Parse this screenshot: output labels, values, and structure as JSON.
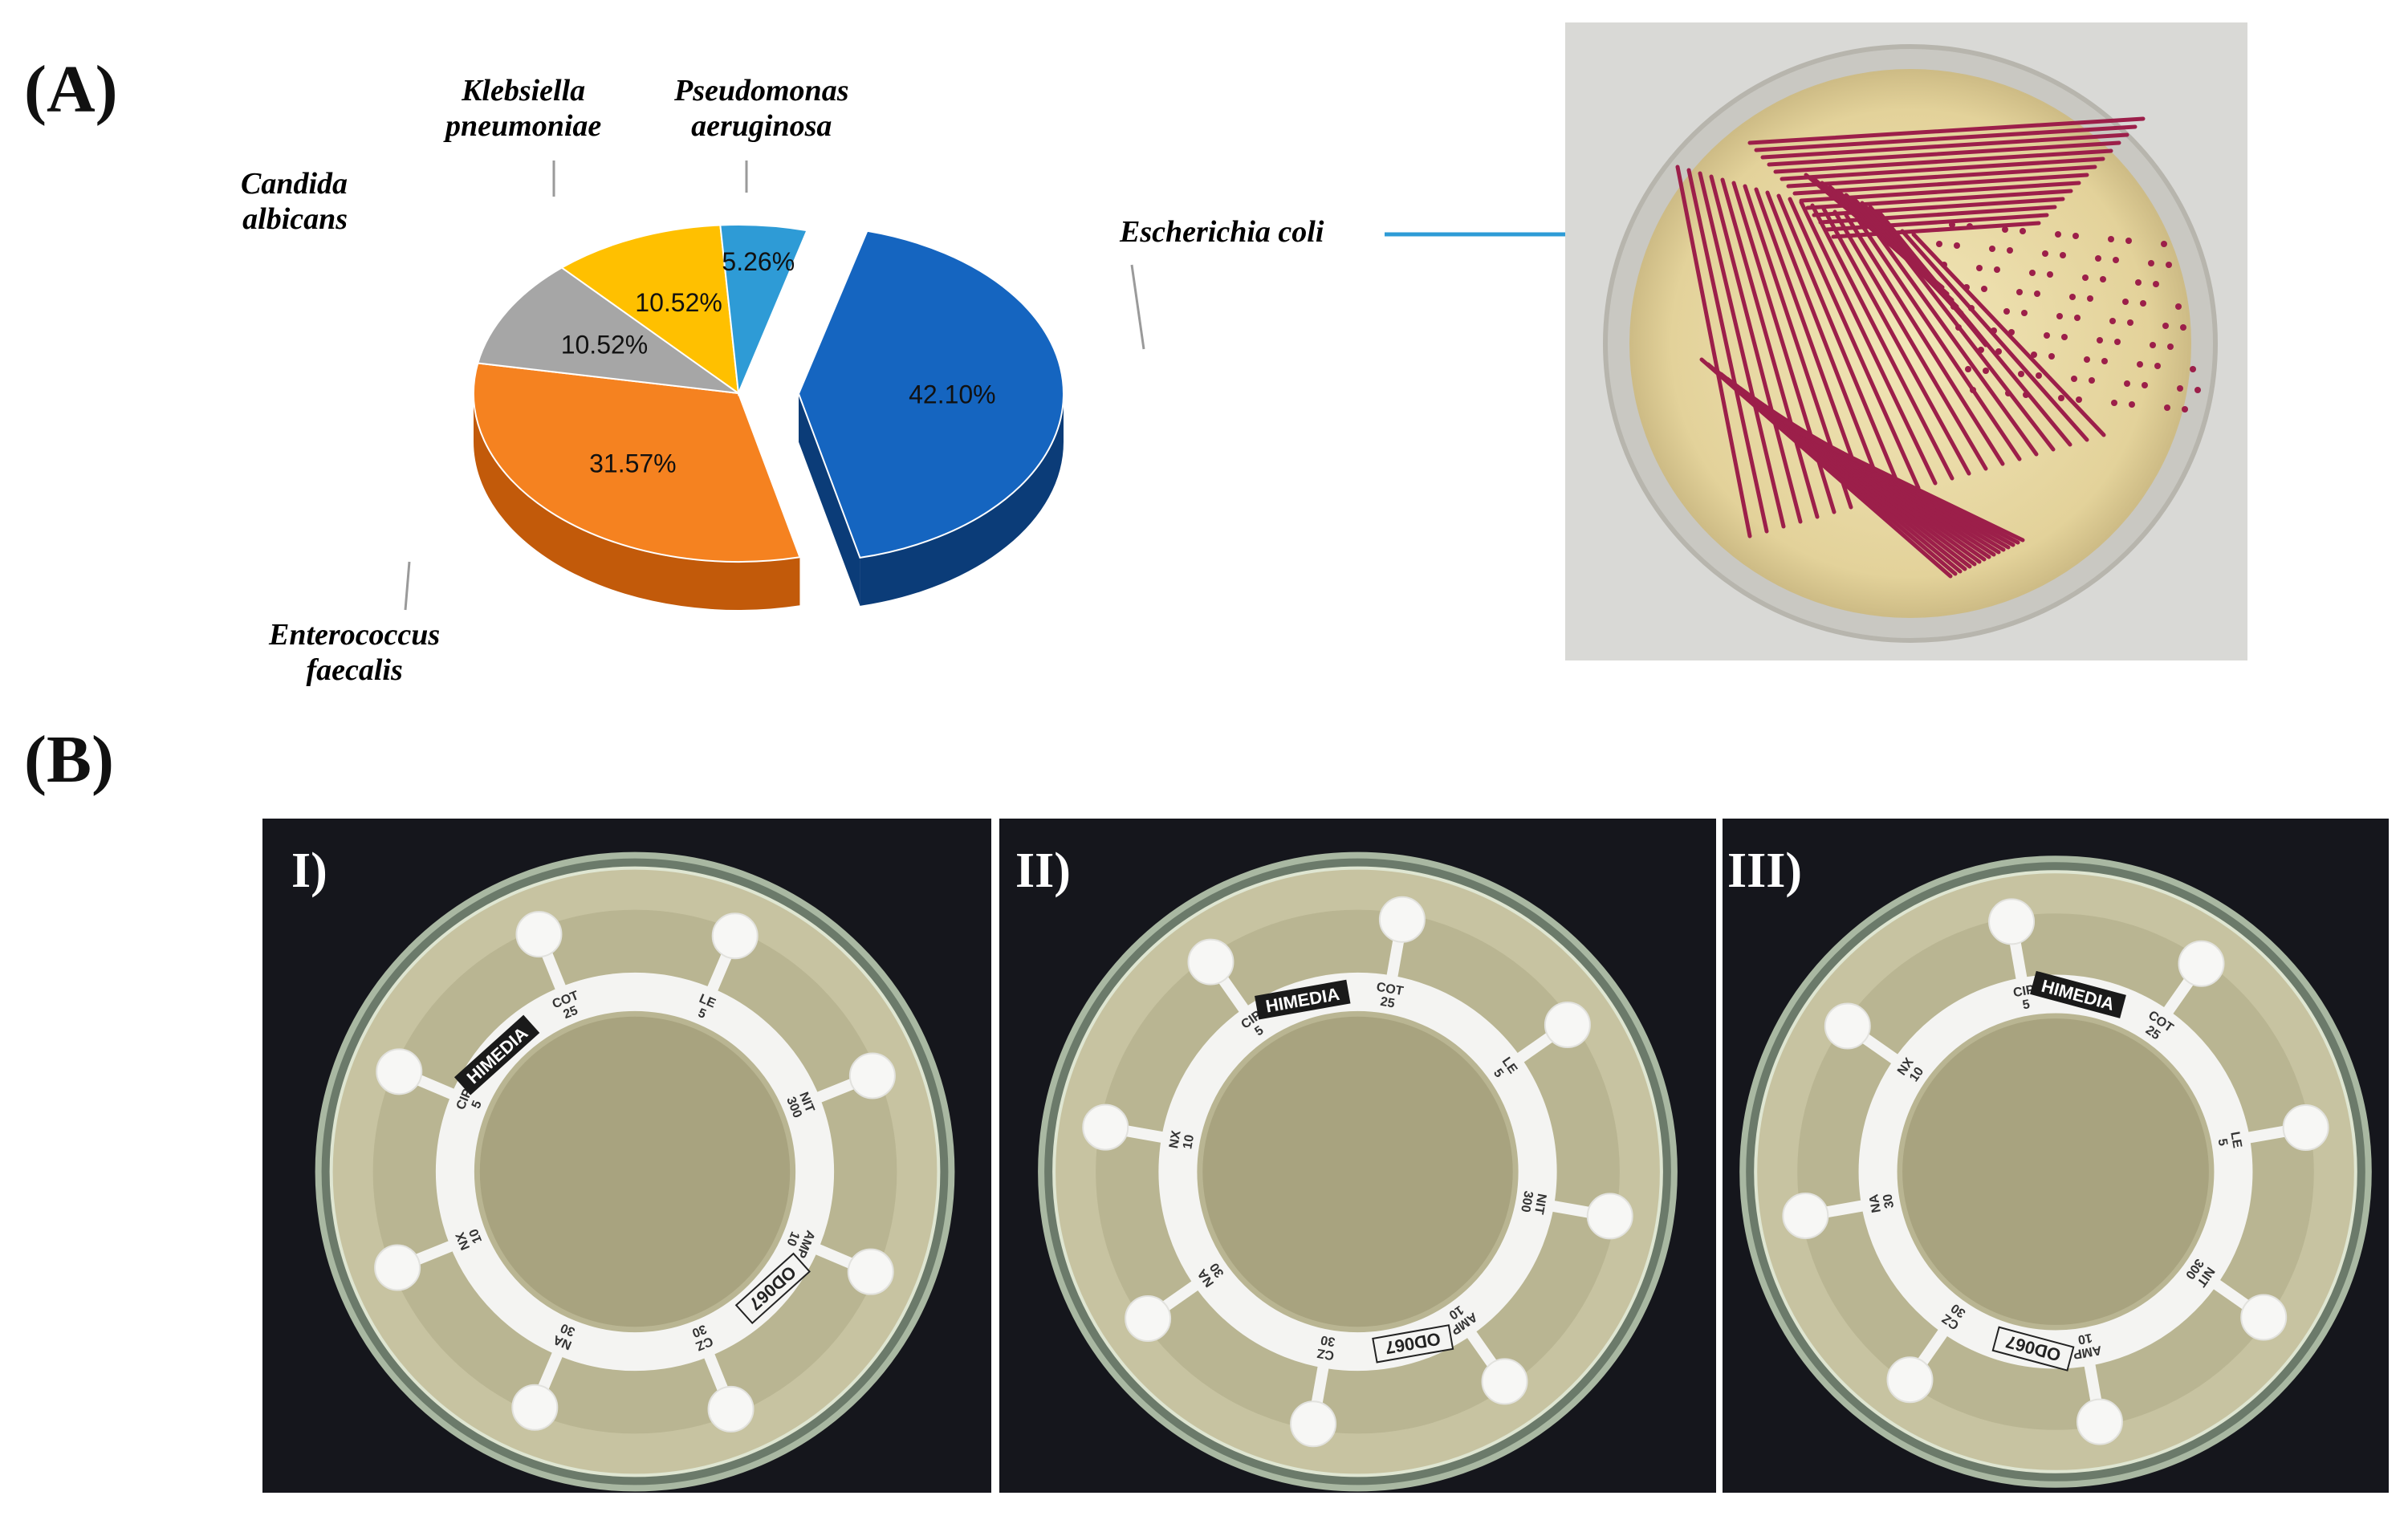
{
  "figure": {
    "panel_a_label": "(A)",
    "panel_b_label": "(B)"
  },
  "chart_data": {
    "type": "pie",
    "title": "",
    "slices": [
      {
        "name": "Escherichia coli",
        "value": 42.1,
        "label": "42.10%",
        "color": "#1565c0",
        "color_dark": "#0b3c78",
        "exploded": true
      },
      {
        "name": "Enterococcus faecalis",
        "value": 31.57,
        "label": "31.57%",
        "color": "#f58220",
        "color_dark": "#c25a0a",
        "exploded": false
      },
      {
        "name": "Candida albicans",
        "value": 10.52,
        "label": "10.52%",
        "color": "#a6a6a6",
        "color_dark": "#777777",
        "exploded": false
      },
      {
        "name": "Klebsiella pneumoniae",
        "value": 10.52,
        "label": "10.52%",
        "color": "#ffc000",
        "color_dark": "#c49000",
        "exploded": false
      },
      {
        "name": "Pseudomonas aeruginosa",
        "value": 5.26,
        "label": "5.26%",
        "color": "#2e9bd6",
        "color_dark": "#1b6f9e",
        "exploded": false
      }
    ],
    "callouts": {
      "candida": "Candida\nalbicans",
      "klebsiella": "Klebsiella\npneumoniae",
      "pseudomonas": "Pseudomonas\naeruginosa",
      "ecoli": "Escherichia coli",
      "enterococcus": "Enterococcus\nfaecalis"
    },
    "callout_colors": {
      "candida": "#a6a6a6",
      "klebsiella": "#f5b800",
      "pseudomonas": "#2e9bd6",
      "ecoli": "#1f5fb3",
      "enterococcus": "#f58220"
    }
  },
  "plates": {
    "labels": [
      "I)",
      "II)",
      "III)"
    ],
    "disc_codes": [
      "COT 25",
      "LE 5",
      "NIT 300",
      "AMP 10",
      "CZ 30",
      "NA 30",
      "NX 10",
      "CIP 5"
    ],
    "mark": "OD067",
    "brand": "HIMEDIA"
  },
  "colors": {
    "arrow": "#2e9bd6",
    "streak": "#9c1f4a",
    "agar": "#e9dfb0",
    "photo_bg": "#15161c"
  }
}
